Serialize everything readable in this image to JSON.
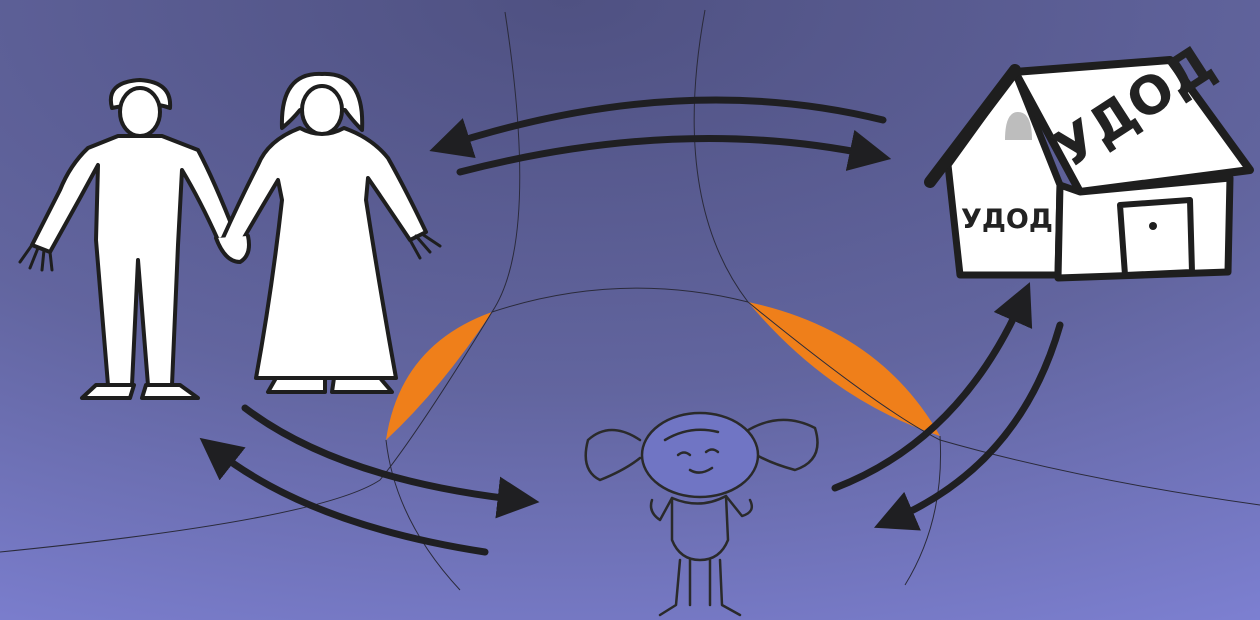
{
  "house": {
    "roof_label": "УДОД",
    "wall_label": "УДОД"
  },
  "colors": {
    "background_center": "#54578a",
    "background_edge": "#7b7fd0",
    "overlap_fill": "#ef7f1a",
    "figure_fill": "#ffffff",
    "stroke": "#1e1e1e"
  },
  "actors": [
    "parents",
    "institution",
    "child"
  ],
  "icons": [
    "parents-icon",
    "house-icon",
    "child-icon",
    "double-arrow-icon"
  ]
}
